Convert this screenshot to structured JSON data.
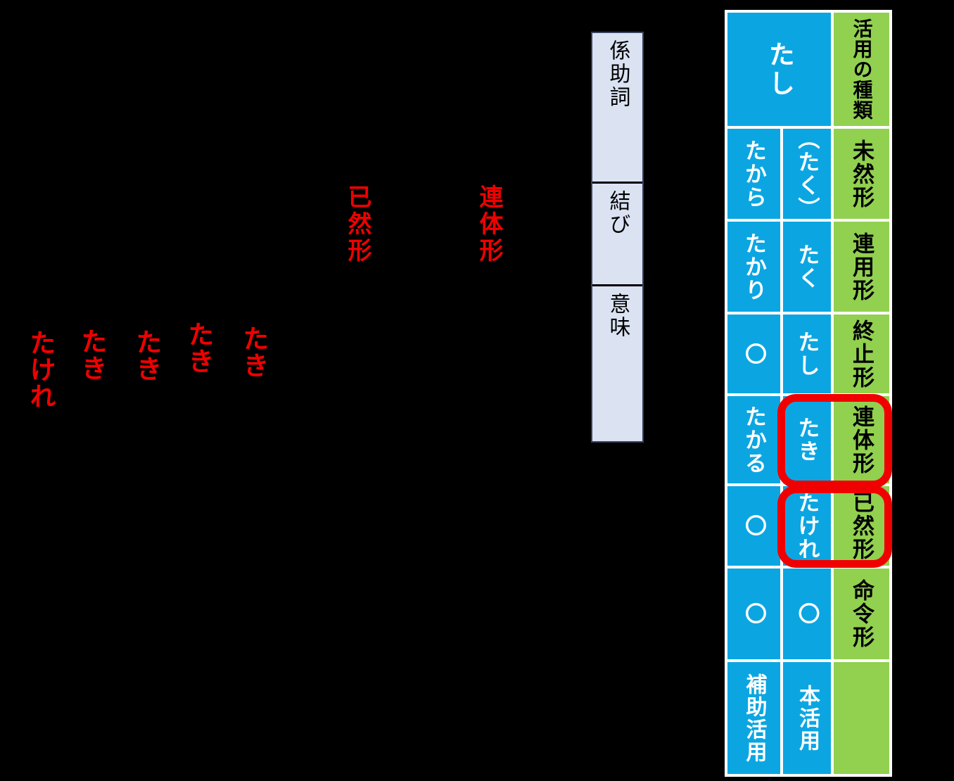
{
  "colors": {
    "background": "#000000",
    "table_blue": "#0ba6e2",
    "table_green": "#92d050",
    "table_grid": "#ffffff",
    "text_on_blue": "#ffffff",
    "text_on_green": "#000000",
    "annotation_red": "#f00000",
    "kakari_box_fill": "#dbe3f3",
    "kakari_box_border": "#36435f"
  },
  "annotations": {
    "izenkei_label": "已然形",
    "rentaikei_label": "連体形",
    "red_columns": [
      {
        "text": "たき"
      },
      {
        "text": "たき"
      },
      {
        "text": "たき"
      },
      {
        "text": "たき"
      },
      {
        "text": "たけれ"
      }
    ]
  },
  "kakari_box": {
    "sections": [
      {
        "label": "係助詞"
      },
      {
        "label": "結び"
      },
      {
        "label": "意味"
      }
    ]
  },
  "conjugation_table": {
    "headword": "たし",
    "type_header": "活用の種類",
    "rows": [
      {
        "hojo": "たから",
        "hon": "（たく）",
        "form": "未然形"
      },
      {
        "hojo": "たかり",
        "hon": "たく",
        "form": "連用形"
      },
      {
        "hojo": "〇",
        "hon": "たし",
        "form": "終止形"
      },
      {
        "hojo": "たかる",
        "hon": "たき",
        "form": "連体形"
      },
      {
        "hojo": "〇",
        "hon": "たけれ",
        "form": "已然形"
      },
      {
        "hojo": "〇",
        "hon": "〇",
        "form": "命令形"
      },
      {
        "hojo": "補助活用",
        "hon": "本活用",
        "form": ""
      }
    ]
  }
}
